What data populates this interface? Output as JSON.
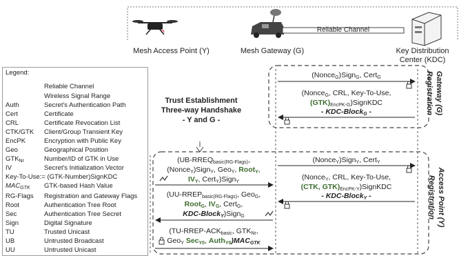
{
  "devices": {
    "map": "Mesh Access Point (Y)",
    "gateway": "Mesh Gateway (G)",
    "kdc_line1": "Key Distribution",
    "kdc_line2": "Center (KDC)",
    "channel": "Reliable Channel"
  },
  "legend": {
    "title": "Legend:",
    "rows": [
      {
        "key": "",
        "value": "Reliable Channel"
      },
      {
        "key": "",
        "value": "Wireless Signal  Range"
      },
      {
        "key": "Auth",
        "value": "Secret's Authentication Path"
      },
      {
        "key": "Cert",
        "value": "Certificate"
      },
      {
        "key": "CRL",
        "value": "Certificate Revocation List"
      },
      {
        "key": "CTK/GTK",
        "value": "Client/Group Transient Key"
      },
      {
        "key": "EncPK",
        "value": "Encryption with Public Key"
      },
      {
        "key": "Geo",
        "value": "Geographical Position"
      },
      {
        "key": "GTK",
        "key_sub": "Nr",
        "value": "Number/ID of GTK in Use"
      },
      {
        "key": "IV",
        "value": "Secret's Initialization Vector"
      },
      {
        "key": "Key-To-Use:= (GTK-Number)SignKDC",
        "value": ""
      },
      {
        "key": "MAC",
        "key_sub": "GTK",
        "value": "GTK-based Hash Value"
      },
      {
        "key": "RG-Flags",
        "value": "Registration and Gateway Flags"
      },
      {
        "key": "Root",
        "value": "Authentication Tree Root"
      },
      {
        "key": "Sec",
        "value": "Authentication Tree Secret"
      },
      {
        "key": "Sign",
        "value": "Digital Signature"
      },
      {
        "key": "TU",
        "value": "Trusted Unicast"
      },
      {
        "key": "UB",
        "value": "Untrusted Broadcast"
      },
      {
        "key": "UU",
        "value": "Untrusted Unicast"
      }
    ]
  },
  "trust": {
    "line1": "Trust Establishment",
    "line2": "Three-way Handshake",
    "line3": "- Y and G -"
  },
  "sections": {
    "gateway_line1": "Gateway (G)",
    "gateway_line2": "Registration",
    "ap_line1": "Access Point (Y)",
    "ap_line2": "Registration"
  },
  "messages": {
    "g1": {
      "a": "(Nonce",
      "a_sub": "G",
      "b": ")Sign",
      "b_sub": "G",
      "c": ", Cert",
      "c_sub": "G"
    },
    "g2": {
      "line1": "(Nonce",
      "l1_sub": "G",
      "line1b": ", CRL, Key-To-Use,",
      "gtk": "(GTK",
      "gtk_close": ")",
      "enc_sub": "EncPK-G",
      "tail": ")SignKDC",
      "kdc": "- KDC-Block",
      "kdc_sub": "G",
      "kdc_tail": " -"
    },
    "ub": {
      "l1": "(UB-RREQ",
      "l1_sub": "basic(RG-Flags)",
      "l1b": ",",
      "l2": "(Nonce",
      "l2_s1": "Y",
      "l2b": ")Sign",
      "l2_s2": "Y",
      "l2c": ", Geo",
      "l2_s3": "Y",
      "l2d": ", ",
      "root": "Root",
      "root_sub": "Y",
      "l2e": ",",
      "iv": "IV",
      "iv_sub": "Y",
      "l3b": ", Cert",
      "l3_s1": "Y",
      "l3c": ")Sign",
      "l3_s2": "Y"
    },
    "y1": {
      "a": "(Nonce",
      "a_sub": "Y",
      "b": ")Sign",
      "b_sub": "Y",
      "c": ", Cert",
      "c_sub": "Y"
    },
    "y2": {
      "l1": "(Nonce",
      "l1_sub": "Y",
      "l1b": ", CRL, Key-To-Use,",
      "ctk": "(CTK, GTK",
      "close": ")",
      "enc_sub": "EncPK-Y",
      "tail": ")SignKDC",
      "kdc": "- KDC-Block",
      "kdc_sub": "Y",
      "kdc_tail": " -"
    },
    "uu": {
      "l1": "(UU-RREP",
      "l1_sub": "basic(RG-Flags)",
      "l1b": ", Geo",
      "l1_s2": "G",
      "l1c": ",",
      "root": "Root",
      "root_sub": "G",
      "l2b": ", ",
      "iv": "IV",
      "iv_sub": "G",
      "l2c": ", Cert",
      "l2_s": "G",
      "l2d": ",",
      "kdc": "KDC-Block",
      "kdc_sub": "Y",
      "l3b": ")Sign",
      "l3_s": "G"
    },
    "tu": {
      "l1": "(TU-RREP-ACK",
      "l1_sub": "basic",
      "l1b": ", GTK",
      "l1_s2": "Nr",
      "l1c": ",",
      "l2": "Geo",
      "l2_s1": "Y",
      "sec": "Sec",
      "sec_sub": "Y0",
      "l2b": ", ",
      "auth": "Auth",
      "auth_sub": "Y0",
      "mac": ")MAC",
      "mac_sub": "GTK"
    }
  },
  "colors": {
    "accent_green": "#3d6b2e",
    "line": "#333333",
    "dash": "#555555"
  }
}
